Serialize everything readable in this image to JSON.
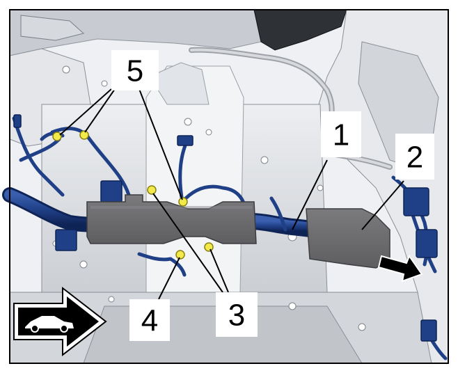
{
  "callouts": [
    {
      "id": "1",
      "label": "1"
    },
    {
      "id": "2",
      "label": "2"
    },
    {
      "id": "3",
      "label": "3"
    },
    {
      "id": "4",
      "label": "4"
    },
    {
      "id": "5",
      "label": "5"
    }
  ],
  "colors": {
    "harness": "#1f3f86",
    "harness_dark": "#0f2456",
    "fastener": "#f2ea4a",
    "cover": "#6f6f72",
    "body_light": "#f1f2f4",
    "floor": "#d9dbde",
    "shadow": "#9da1a7",
    "frame": "#000000"
  },
  "direction_icon": "car-front-arrow-icon",
  "removal_icon": "removal-arrow-icon"
}
